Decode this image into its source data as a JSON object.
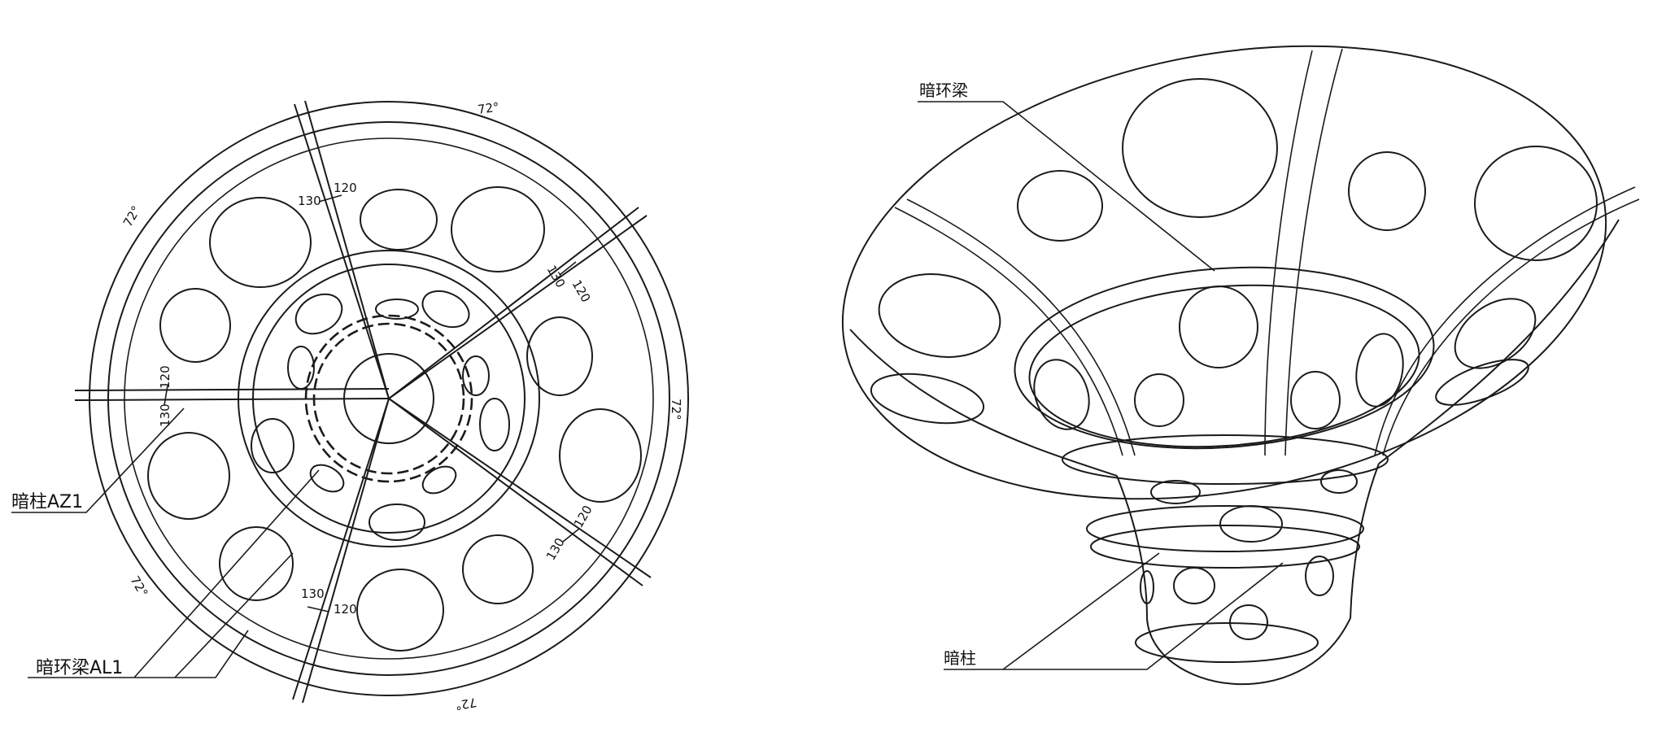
{
  "plan_view": {
    "angle_marks": [
      "72°",
      "72°",
      "72°",
      "72°",
      "72°"
    ],
    "dimensions": {
      "d130": "130",
      "d120": "120"
    },
    "labels": {
      "column": "暗柱AZ1",
      "ring_beam": "暗环梁AL1"
    }
  },
  "perspective_view": {
    "labels": {
      "ring_beam": "暗环梁",
      "column": "暗柱"
    }
  }
}
